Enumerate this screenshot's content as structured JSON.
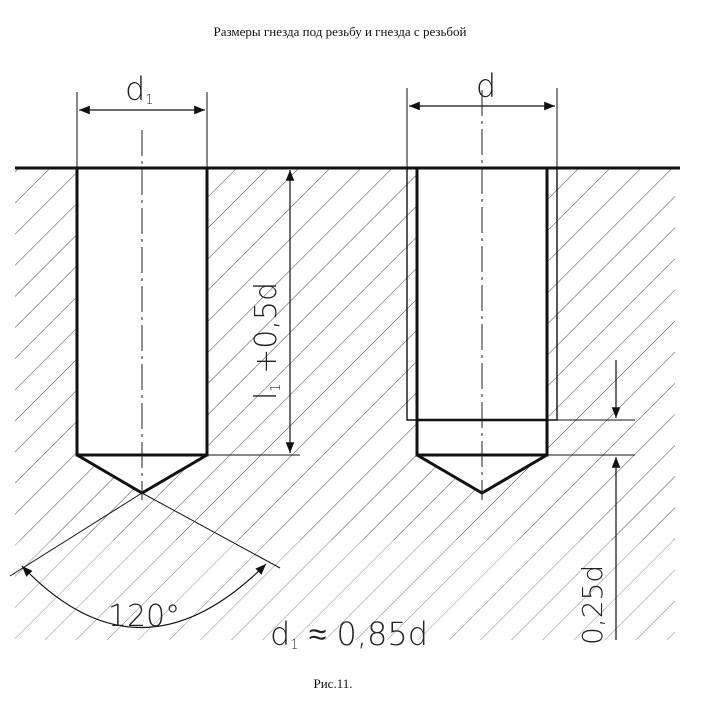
{
  "title": "Размеры гнезда под резьбу и гнезда с резьбой",
  "caption": "Рис.11.",
  "dims": {
    "left_width": {
      "main": "d",
      "sub": "1"
    },
    "right_width": "d",
    "depth": {
      "prefix": "l",
      "sub": "1",
      "rest": " +0,5d"
    },
    "thread_offset": "0,25d",
    "angle": "120°",
    "formula": {
      "lhs": "d",
      "sub": "1",
      "rest": " ≈ 0,85d"
    }
  }
}
